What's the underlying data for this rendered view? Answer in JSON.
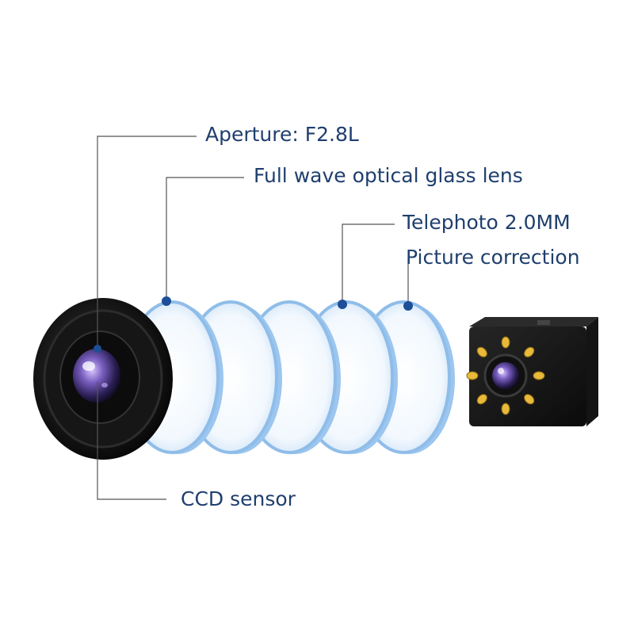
{
  "colors": {
    "background": "#ffffff",
    "label_text": "#1f3f6e",
    "leader_line": "#555555",
    "callout_dot": "#1c4f96",
    "glass_edge": "#7fb2e6",
    "glass_face": "#eef6fd",
    "lens_body": "#1b1b1b",
    "lens_glass": "#6f5bb3",
    "led": "#e8b93a"
  },
  "labels": {
    "aperture": "Aperture: F2.8L",
    "glass_lens": "Full wave optical glass lens",
    "telephoto": "Telephoto 2.0MM",
    "correction": "Picture correction",
    "ccd_sensor": "CCD sensor"
  },
  "icons": {
    "main_lens": "camera-lens-icon",
    "camera_module": "backup-camera-icon"
  },
  "camera_module": {
    "led_count": 8
  }
}
